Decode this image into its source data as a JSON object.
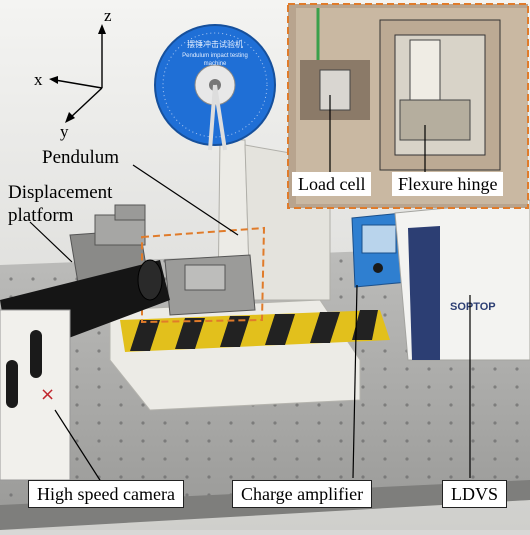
{
  "axes": {
    "z": "z",
    "x": "x",
    "y": "y"
  },
  "dial": {
    "title_cn": "摆锤冲击试验机",
    "title_en": "Pendulum impact testing machine"
  },
  "labels": {
    "pendulum": "Pendulum",
    "displacement_platform": "Displacement\nplatform",
    "high_speed_camera": "High speed camera",
    "charge_amplifier": "Charge amplifier",
    "ldvs": "LDVS",
    "load_cell": "Load cell",
    "flexure_hinge": "Flexure hinge"
  },
  "brand": "SOPTOP",
  "colors": {
    "highlight": "#e07b2a",
    "dial": "#1f6fd6",
    "amp": "#2f7fd0"
  }
}
